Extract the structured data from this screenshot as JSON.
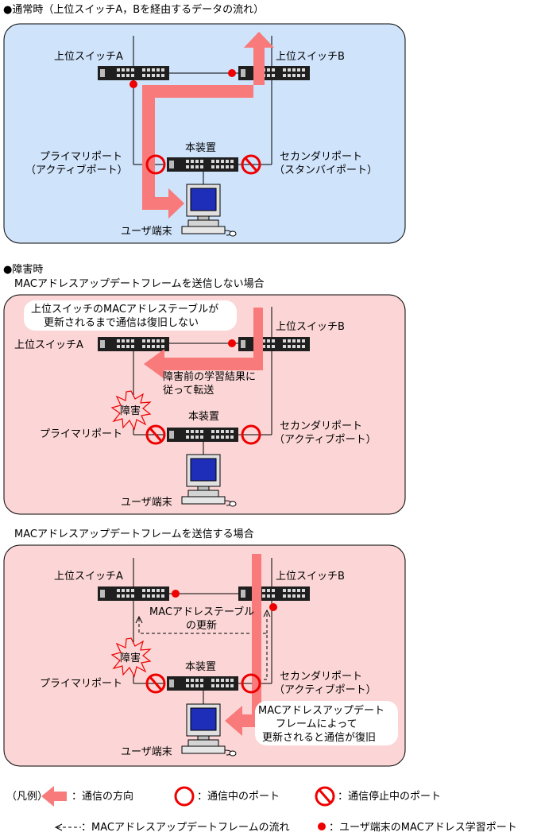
{
  "colors": {
    "panel_normal": "#cfe3fb",
    "panel_failure": "#fcd6d6",
    "arrow": "#f87a7a",
    "port_red": "#ee0000",
    "device": "#222222"
  },
  "icons": [
    "switch-icon",
    "terminal-icon",
    "active-port-icon",
    "blocked-port-icon",
    "learning-port-icon",
    "burst-icon",
    "flow-arrow-icon"
  ],
  "section1": {
    "title": "●通常時（上位スイッチA，Bを経由するデータの流れ）",
    "switch_a": "上位スイッチA",
    "switch_b": "上位スイッチB",
    "device": "本装置",
    "primary_line1": "プライマリポート",
    "primary_line2": "（アクティブポート）",
    "secondary_line1": "セカンダリポート",
    "secondary_line2": "（スタンバイポート）",
    "terminal": "ユーザ端末"
  },
  "section2": {
    "title": "●障害時",
    "subtitle": "MACアドレスアップデートフレームを送信しない場合",
    "callout_line1": "上位スイッチのMACアドレステーブルが",
    "callout_line2": "更新されるまで通信は復旧しない",
    "switch_a": "上位スイッチA",
    "switch_b": "上位スイッチB",
    "forward_line1": "障害前の学習結果に",
    "forward_line2": "従って転送",
    "failure": "障害",
    "device": "本装置",
    "primary": "プライマリポート",
    "secondary_line1": "セカンダリポート",
    "secondary_line2": "（アクティブポート）",
    "terminal": "ユーザ端末"
  },
  "section3": {
    "subtitle": "MACアドレスアップデートフレームを送信する場合",
    "switch_a": "上位スイッチA",
    "switch_b": "上位スイッチB",
    "table_line1": "MACアドレステーブル",
    "table_line2": "の更新",
    "failure": "障害",
    "device": "本装置",
    "primary": "プライマリポート",
    "secondary_line1": "セカンダリポート",
    "secondary_line2": "（アクティブポート）",
    "callout_line1": "MACアドレスアップデート",
    "callout_line2": "フレームによって",
    "callout_line3": "更新されると通信が復旧",
    "terminal": "ユーザ端末"
  },
  "legend": {
    "title": "（凡例）",
    "flow": "：通信の方向",
    "active_port": "：通信中のポート",
    "blocked_port": "：通信停止中のポート",
    "update_flow": "：MACアドレスアップデートフレームの流れ",
    "learning_port": "：ユーザ端末のMACアドレス学習ポート"
  }
}
